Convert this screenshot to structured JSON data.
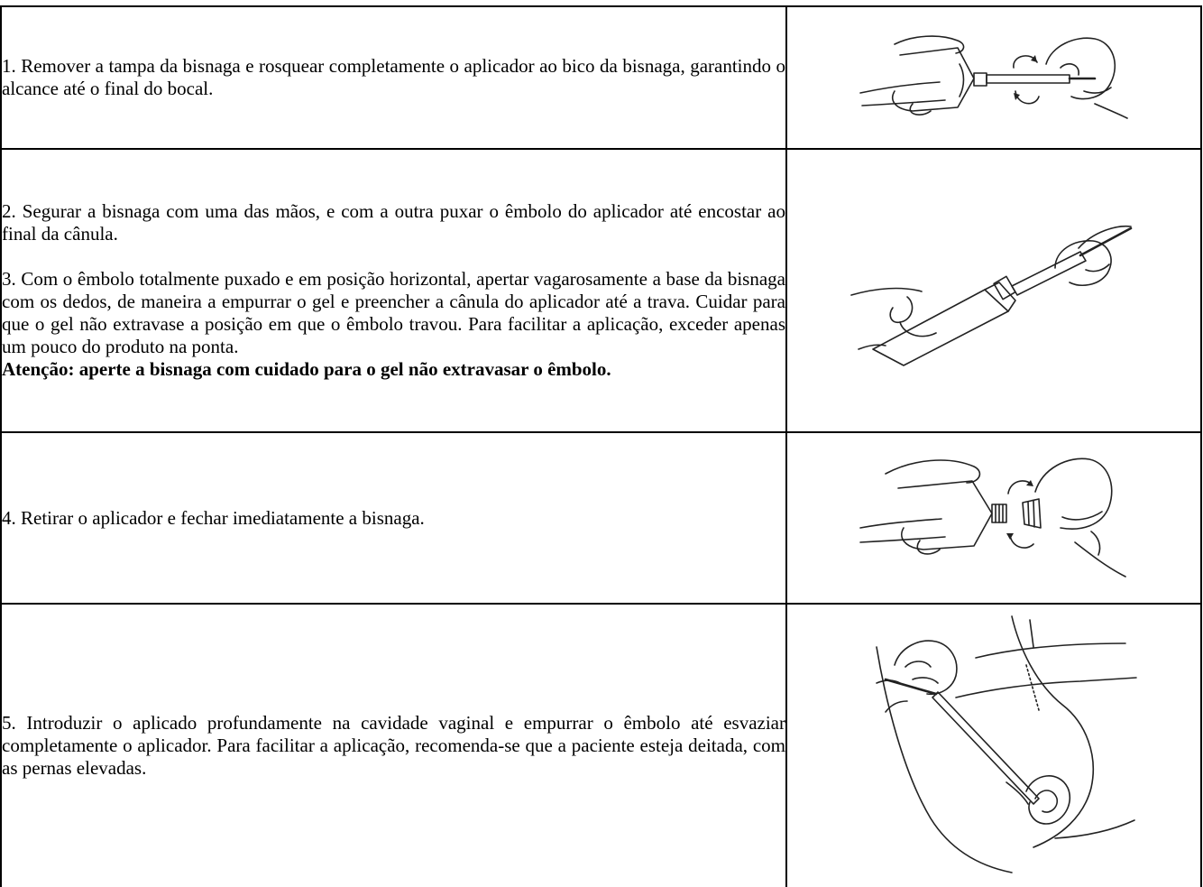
{
  "steps": [
    {
      "paragraphs": [
        "1. Remover a tampa da bisnaga e rosquear completamente o aplicador ao bico da bisnaga, garantindo o alcance até o final do bocal."
      ],
      "illustration": "hands-screw-applicator-icon"
    },
    {
      "paragraphs": [
        "2. Segurar a bisnaga com uma das mãos, e com a outra puxar o êmbolo do aplicador até encostar ao final da cânula.",
        "3. Com o êmbolo totalmente puxado e em posição horizontal, apertar vagarosamente a base da bisnaga com os dedos, de maneira a empurrar o gel e preencher a cânula do aplicador até a trava. Cuidar para que o gel não extravase a posição em que o êmbolo travou. Para facilitar a aplicação, exceder apenas um pouco do produto na ponta."
      ],
      "warning": "Atenção: aperte a bisnaga com cuidado para o gel não extravasar o êmbolo.",
      "illustration": "hands-fill-applicator-icon"
    },
    {
      "paragraphs": [
        "4. Retirar o aplicador e fechar imediatamente a bisnaga."
      ],
      "illustration": "hands-unscrew-applicator-icon"
    },
    {
      "paragraphs": [
        "5. Introduzir o aplicado profundamente na cavidade vaginal e empurrar o êmbolo até esvaziar completamente o aplicador. Para facilitar a aplicação, recomenda-se que a paciente esteja deitada, com as pernas elevadas."
      ],
      "illustration": "vaginal-insertion-illustration-icon"
    }
  ]
}
